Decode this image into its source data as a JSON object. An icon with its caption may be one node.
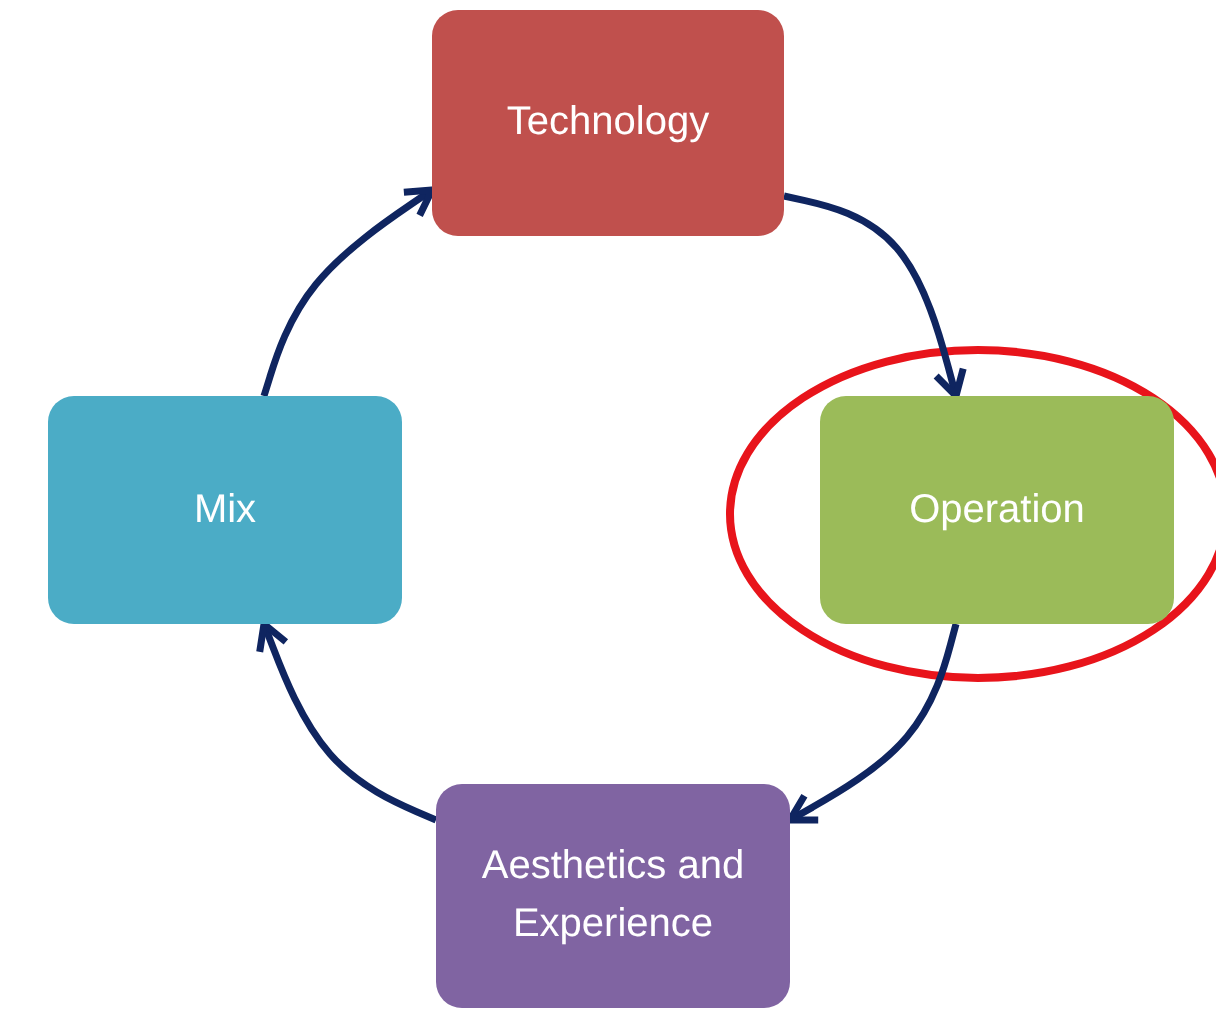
{
  "diagram": {
    "nodes": [
      {
        "text": [
          "Technology"
        ]
      },
      {
        "text": [
          "Operation"
        ]
      },
      {
        "text": [
          "Aesthetics and Experience"
        ]
      },
      {
        "text": [
          "Mix"
        ]
      }
    ],
    "edges": [
      {
        "from": 0,
        "to": 1,
        "arrow": "to"
      },
      {
        "from": 1,
        "to": 2,
        "arrow": "to"
      },
      {
        "from": 2,
        "to": 3,
        "arrow": "to"
      },
      {
        "from": 3,
        "to": 0,
        "arrow": "to"
      }
    ]
  }
}
